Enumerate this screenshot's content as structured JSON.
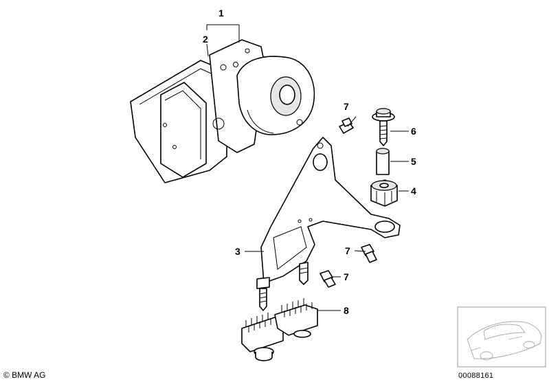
{
  "callouts": {
    "c1": "1",
    "c2": "2",
    "c3": "3",
    "c4": "4",
    "c5": "5",
    "c6": "6",
    "c7a": "7",
    "c7b": "7",
    "c7c": "7",
    "c8": "8"
  },
  "footer": {
    "copyright": "© BMW AG",
    "image_number": "00088161"
  },
  "icons": {
    "thumbnail": "car-silhouette-thumbnail"
  }
}
